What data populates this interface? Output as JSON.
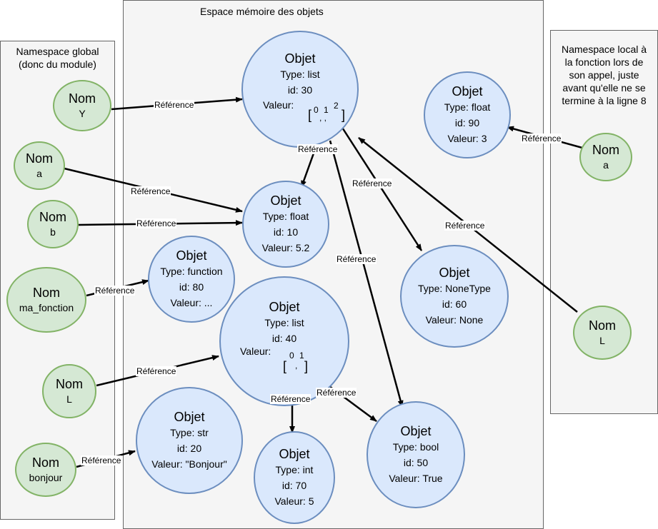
{
  "panels": {
    "global_title": "Namespace global\n(donc du module)",
    "memory_title": "Espace mémoire des objets",
    "local_title": "Namespace local à\nla fonction lors de\nson appel, juste\navant qu'elle ne se\ntermine à la ligne 8"
  },
  "names": {
    "Y": {
      "title": "Nom",
      "name": "Y"
    },
    "a": {
      "title": "Nom",
      "name": "a"
    },
    "b": {
      "title": "Nom",
      "name": "b"
    },
    "ma_fonction": {
      "title": "Nom",
      "name": "ma_fonction"
    },
    "L": {
      "title": "Nom",
      "name": "L"
    },
    "bonjour": {
      "title": "Nom",
      "name": "bonjour"
    },
    "local_a": {
      "title": "Nom",
      "name": "a"
    },
    "local_L": {
      "title": "Nom",
      "name": "L"
    }
  },
  "objects": {
    "list30": {
      "title": "Objet",
      "type": "Type: list",
      "id": "id: 30",
      "value": "Valeur:"
    },
    "float10": {
      "title": "Objet",
      "type": "Type: float",
      "id": "id: 10",
      "value": "Valeur: 5.2"
    },
    "function80": {
      "title": "Objet",
      "type": "Type: function",
      "id": "id: 80",
      "value": "Valeur: ..."
    },
    "list40": {
      "title": "Objet",
      "type": "Type: list",
      "id": "id: 40",
      "value": "Valeur:"
    },
    "str20": {
      "title": "Objet",
      "type": "Type: str",
      "id": "id: 20",
      "value": "Valeur: \"Bonjour\""
    },
    "int70": {
      "title": "Objet",
      "type": "Type: int",
      "id": "id: 70",
      "value": "Valeur: 5"
    },
    "bool50": {
      "title": "Objet",
      "type": "Type: bool",
      "id": "id: 50",
      "value": "Valeur: True"
    },
    "none60": {
      "title": "Objet",
      "type": "Type: NoneType",
      "id": "id: 60",
      "value": "Valeur: None"
    },
    "float90": {
      "title": "Objet",
      "type": "Type: float",
      "id": "id: 90",
      "value": "Valeur: 3"
    }
  },
  "list30_contents": {
    "open": "[",
    "close": "]",
    "commas": ",  ,",
    "indices": [
      "0",
      "1",
      "2"
    ]
  },
  "list40_contents": {
    "open": "[",
    "close": "]",
    "commas": ",",
    "indices": [
      "0",
      "1"
    ]
  },
  "reference_label": "Référence",
  "colors": {
    "name_fill": "#d5e8d4",
    "name_stroke": "#82b366",
    "object_fill": "#dae8fc",
    "object_stroke": "#6c8ebf",
    "panel_fill": "#f5f5f5"
  }
}
